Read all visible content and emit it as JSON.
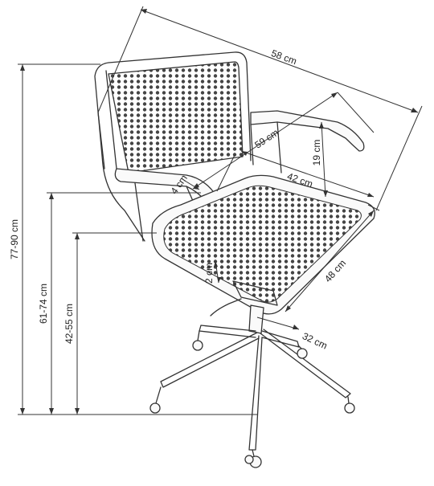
{
  "dimensions": {
    "overall_height": "77-90 cm",
    "armrest_height": "61-74 cm",
    "seat_height": "42-55 cm",
    "total_width": "58 cm",
    "total_depth": "59 cm",
    "seat_width": "42 cm",
    "seat_depth": "48 cm",
    "armrest_to_seat": "19 cm",
    "armrest_width": "4 cm",
    "seat_thickness": "2 cm",
    "base_radius": "32 cm"
  },
  "colors": {
    "line": "#333333",
    "background": "#ffffff"
  }
}
